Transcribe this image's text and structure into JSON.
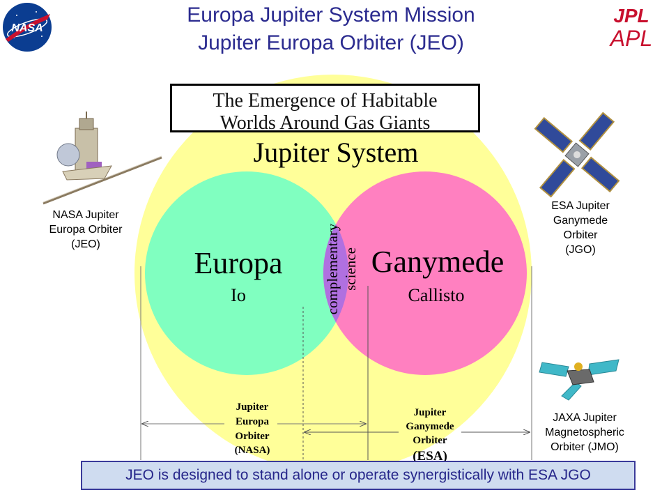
{
  "header": {
    "title_line1": "Europa Jupiter System Mission",
    "title_line2": "Jupiter Europa Orbiter (JEO)"
  },
  "logos": {
    "nasa_text": "NASA",
    "jpl_text": "JPL",
    "apl_text": "APL"
  },
  "theme_box": {
    "line1": "The Emergence of Habitable",
    "line2": "Worlds Around Gas Giants"
  },
  "diagram": {
    "system_label": "Jupiter System",
    "left_circle": {
      "main": "Europa",
      "sub": "Io"
    },
    "right_circle": {
      "main": "Ganymede",
      "sub": "Callisto"
    },
    "overlap": {
      "line1": "complementary",
      "line2": "science"
    },
    "nasa_orbiter": [
      "Jupiter",
      "Europa",
      "Orbiter",
      "(NASA)"
    ],
    "esa_orbiter": [
      "Jupiter",
      "Ganymede",
      "Orbiter",
      "(ESA)"
    ]
  },
  "spacecraft": {
    "nasa": [
      "NASA Jupiter",
      "Europa Orbiter",
      "(JEO)"
    ],
    "esa": [
      "ESA Jupiter",
      "Ganymede",
      "Orbiter",
      "(JGO)"
    ],
    "jaxa": [
      "JAXA Jupiter",
      "Magnetospheric",
      "Orbiter (JMO)"
    ]
  },
  "footer": {
    "banner": "JEO is designed to stand alone or operate synergistically with ESA JGO"
  },
  "colors": {
    "title": "#2b2b8f",
    "jupiter_fill": "#ffff99",
    "europa_fill": "#80ffc0",
    "ganymede_fill": "#ff80c0",
    "overlap_fill": "#b070e0",
    "banner_fill": "#cfdcf0",
    "logo_red": "#c8102e",
    "nasa_blue": "#0b3d91"
  }
}
